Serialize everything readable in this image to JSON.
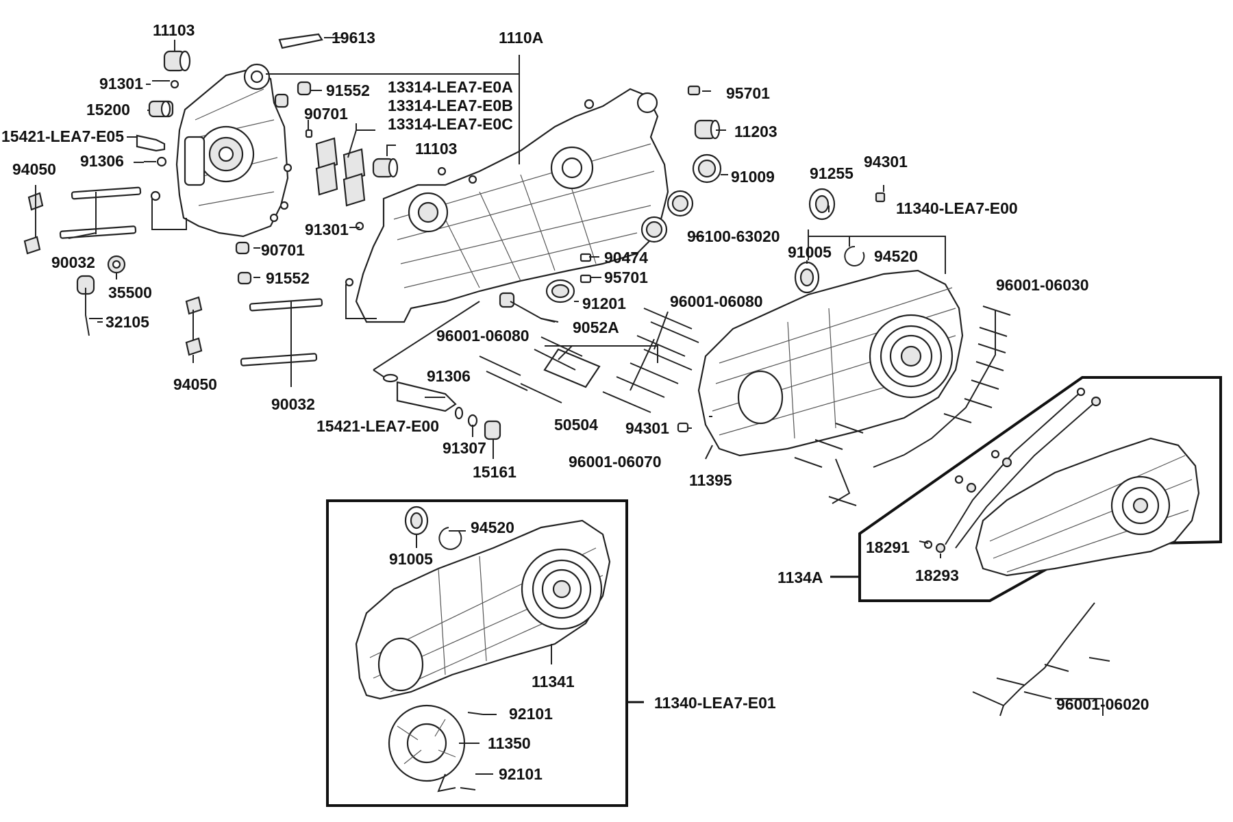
{
  "colors": {
    "ink": "#111111",
    "background": "#ffffff"
  },
  "labels": {
    "p11103_top": "11103",
    "p19613": "19613",
    "p1110A": "1110A",
    "p91301_top": "91301",
    "p15200": "15200",
    "p15421_e05": "15421-LEA7-E05",
    "p94050_left": "94050",
    "p91306_left": "91306",
    "p90032_left": "90032",
    "p35500": "35500",
    "p32105": "32105",
    "p91552_top": "91552",
    "p13314_a": "13314-LEA7-E0A",
    "p13314_b": "13314-LEA7-E0B",
    "p13314_c": "13314-LEA7-E0C",
    "p90701_top": "90701",
    "p11103_mid": "11103",
    "p91301_mid": "91301",
    "p90701_mid": "90701",
    "p91552_mid": "91552",
    "p94050_mid": "94050",
    "p90032_mid": "90032",
    "p95701_top": "95701",
    "p11203": "11203",
    "p91009": "91009",
    "p96100": "96100-63020",
    "p91255": "91255",
    "p94301_top": "94301",
    "p11340_e00": "11340-LEA7-E00",
    "p91005_top": "91005",
    "p94520_top": "94520",
    "p90474": "90474",
    "p95701_mid": "95701",
    "p91201": "91201",
    "p9052A": "9052A",
    "p96001_06080_a": "96001-06080",
    "p96001_06080_b": "96001-06080",
    "p96001_06030": "96001-06030",
    "p91306_mid": "91306",
    "p15421_e00": "15421-LEA7-E00",
    "p50504": "50504",
    "p94301_mid": "94301",
    "p91307": "91307",
    "p15161": "15161",
    "p96001_06070": "96001-06070",
    "p11395": "11395",
    "p18291": "18291",
    "p18293": "18293",
    "p1134A": "1134A",
    "p94520_box": "94520",
    "p91005_box": "91005",
    "p11341": "11341",
    "p11340_e01": "11340-LEA7-E01",
    "p92101_a": "92101",
    "p11350": "11350",
    "p92101_b": "92101",
    "p96001_06020": "96001-06020"
  }
}
